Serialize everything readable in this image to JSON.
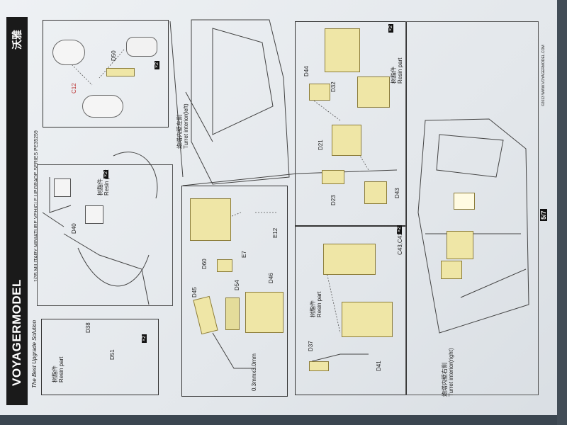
{
  "brand": {
    "logo_text": "VOYAGERMODEL",
    "tagline": "The Best Upgrade Solution",
    "chinese_name": "沃雅"
  },
  "series_line": "1/35 MILITARY MINIATURE VEHICLE UPGRADE SERIES PE35259",
  "page_number": "5/7",
  "copyright": "©2013 WWW.VOYAGERMODEL.COM",
  "sections": {
    "turret_left": {
      "cn": "炮塔内壁左侧",
      "en": "Turret interior(left)"
    },
    "turret_right": {
      "cn": "炮塔内壁右侧",
      "en": "Turret interior(right)"
    }
  },
  "labels": {
    "resin_cn": "树脂件",
    "resin_en": "Resin part",
    "wire": "0.3mmx3.0mm",
    "parts": [
      "D50",
      "C12",
      "D40",
      "D38",
      "D51",
      "D60",
      "E7",
      "E12",
      "D45",
      "D54",
      "D46",
      "D44",
      "D32",
      "D21",
      "D23",
      "D43",
      "D37",
      "D41"
    ],
    "tags": [
      "×2",
      "×2",
      "×2",
      "×2",
      "×2"
    ],
    "ref_c43": "C43,C41"
  },
  "colors": {
    "paper": "#e9ecef",
    "part_fill": "#efe6a6",
    "ink": "#222222"
  }
}
